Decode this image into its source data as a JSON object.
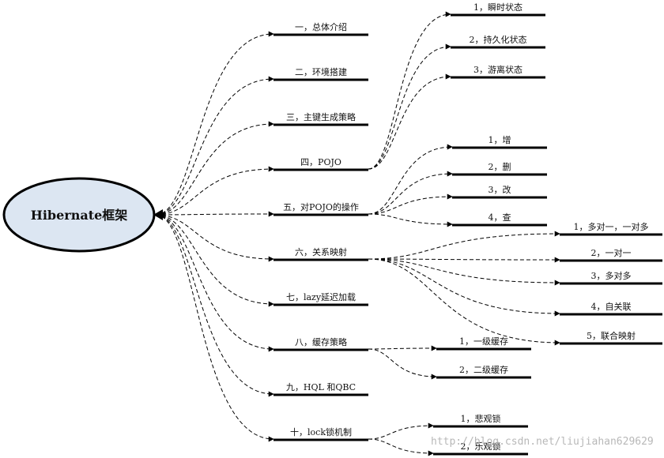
{
  "root": {
    "label": "Hibernate框架"
  },
  "branches": [
    {
      "label": "一，总体介绍",
      "children": []
    },
    {
      "label": "二，环境搭建",
      "children": []
    },
    {
      "label": "三，主键生成策略",
      "children": []
    },
    {
      "label": "四，POJO",
      "children": [
        "1，瞬时状态",
        "2，持久化状态",
        "3，游离状态"
      ]
    },
    {
      "label": "五，对POJO的操作",
      "children": [
        "1，增",
        "2，删",
        "3，改",
        "4，查"
      ]
    },
    {
      "label": "六，关系映射",
      "children": [
        "1，多对一，一对多",
        "2，一对一",
        "3，多对多",
        "4，自关联",
        "5，联合映射"
      ]
    },
    {
      "label": "七，lazy延迟加载",
      "children": []
    },
    {
      "label": "八，缓存策略",
      "children": [
        "1，一级缓存",
        "2，二级缓存"
      ]
    },
    {
      "label": "九，HQL 和QBC",
      "children": []
    },
    {
      "label": "十，lock锁机制",
      "children": [
        "1，悲观锁",
        "2，乐观锁"
      ]
    }
  ],
  "watermark": "http://blog.csdn.net/liujiahan629629",
  "colors": {
    "root_fill": "#dce6f2",
    "line": "#000000",
    "text": "#111111",
    "watermark": "#b8b8b8"
  }
}
